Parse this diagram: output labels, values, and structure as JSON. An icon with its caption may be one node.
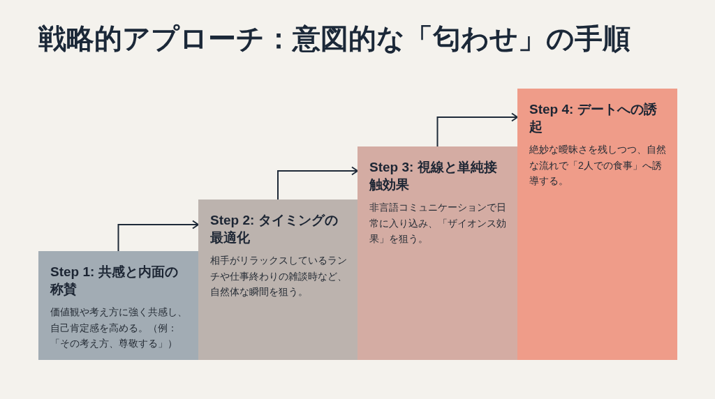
{
  "diagram": {
    "title": "戦略的アプローチ：意図的な「匂わせ」の手順",
    "nodes": [
      {
        "text": [
          "Step 1: 共感と内面の称賛",
          "価値観や考え方に強く共感し、自己肯定感を高める。（例：「その考え方、尊敬する」）"
        ]
      },
      {
        "text": [
          "Step 2: タイミングの最適化",
          "相手がリラックスしているランチや仕事終わりの雑談時など、自然体な瞬間を狙う。"
        ]
      },
      {
        "text": [
          "Step 3: 視線と単純接触効果",
          "非言語コミュニケーションで日常に入り込み、「ザイオンス効果」を狙う。"
        ]
      },
      {
        "text": [
          "Step 4: デートへの誘起",
          "絶妙な曖昧さを残しつつ、自然な流れで「2人での食事」へ誘導する。"
        ]
      }
    ],
    "edges": [
      {
        "from": 0,
        "to": 1,
        "arrow": "to"
      },
      {
        "from": 1,
        "to": 2,
        "arrow": "to"
      },
      {
        "from": 2,
        "to": 3,
        "arrow": "to"
      }
    ]
  }
}
